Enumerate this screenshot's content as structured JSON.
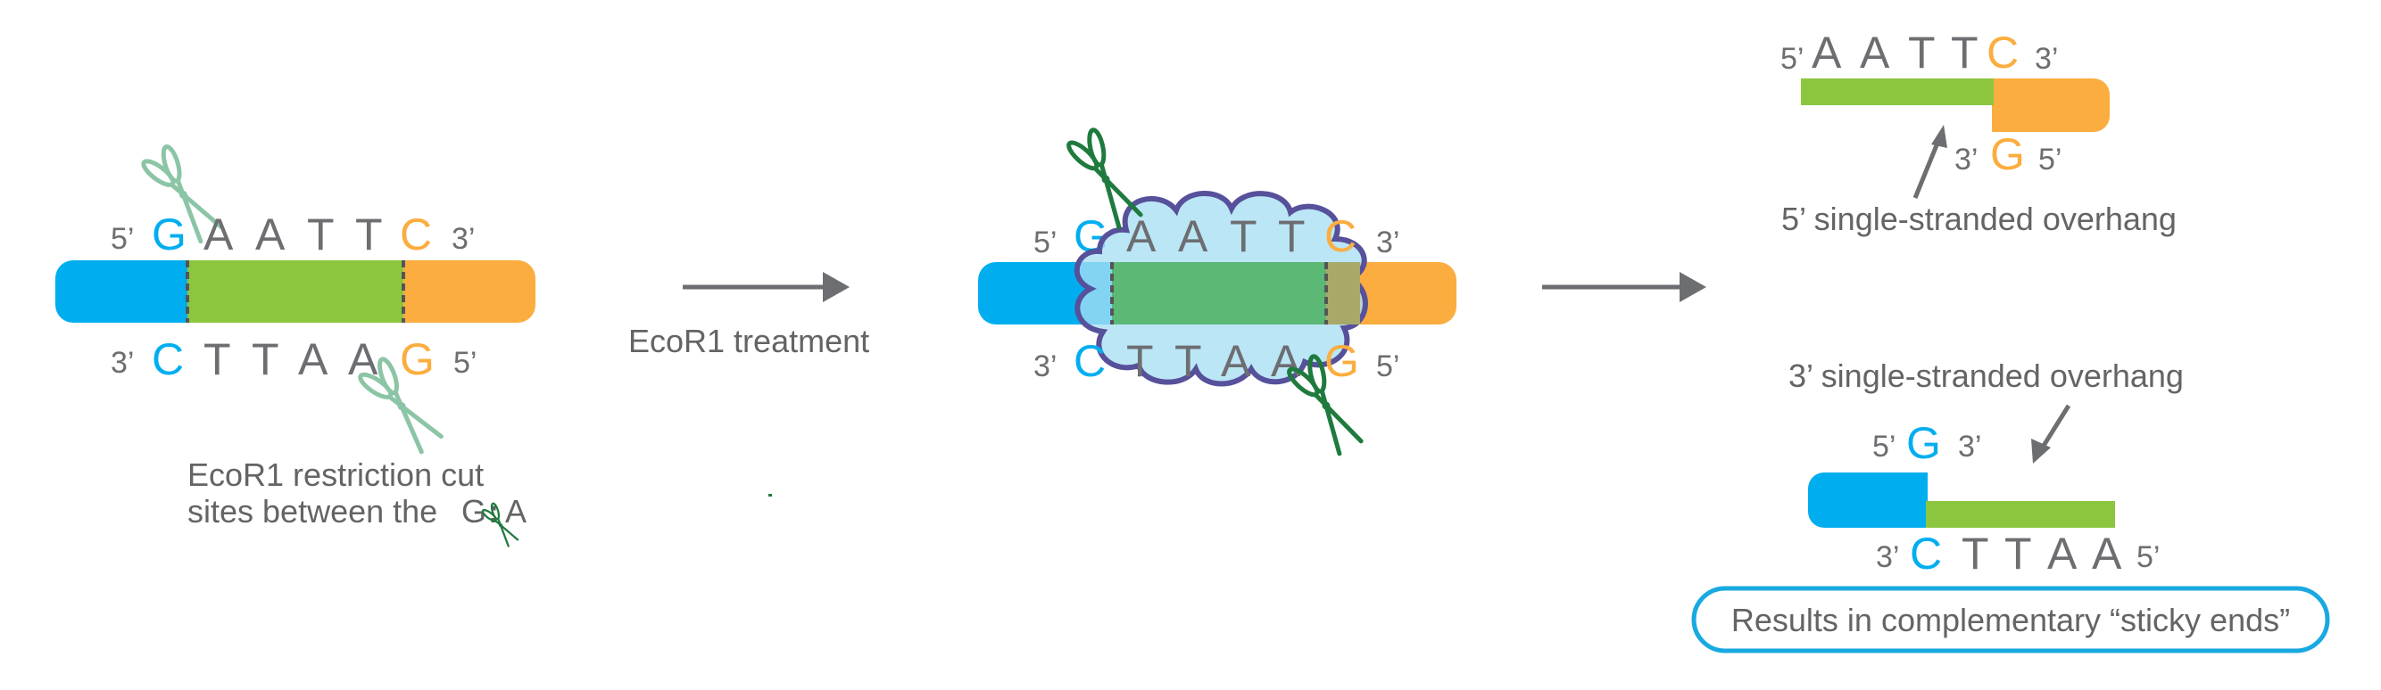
{
  "colors": {
    "blue": "#00aeef",
    "green": "#8cc63f",
    "orange": "#fbad3f",
    "gray_text": "#6d6e71",
    "scissors_light": "#8cc5a6",
    "scissors_dark": "#1f7a3e",
    "enzyme_fill": "#a8dff4",
    "enzyme_outline": "#57509a",
    "result_box": "#19a9e1"
  },
  "icons": [
    "scissors-icon",
    "arrow-right-icon",
    "arrow-up-icon",
    "arrow-down-icon",
    "enzyme-blob-shape"
  ],
  "stage1": {
    "top_prime_left": "5’",
    "top_prime_right": "3’",
    "top_bases": [
      "G",
      "A",
      "A",
      "T",
      "T",
      "C"
    ],
    "bottom_prime_left": "3’",
    "bottom_prime_right": "5’",
    "bottom_bases": [
      "C",
      "T",
      "T",
      "A",
      "A",
      "G"
    ],
    "caption_line1": "EcoR1 restriction cut",
    "caption_line2": "sites between the",
    "caption_g": "G",
    "caption_sep": ":",
    "caption_a": "A"
  },
  "arrow1_label": "EcoR1 treatment",
  "stage2": {
    "top_prime_left": "5’",
    "top_prime_right": "3’",
    "top_bases": [
      "G",
      "A",
      "A",
      "T",
      "T",
      "C"
    ],
    "bottom_prime_left": "3’",
    "bottom_prime_right": "5’",
    "bottom_bases": [
      "C",
      "T",
      "T",
      "A",
      "A",
      "G"
    ]
  },
  "result_top": {
    "prime_left": "5’",
    "bases": [
      "A",
      "A",
      "T",
      "T",
      "C"
    ],
    "prime_right": "3’",
    "under_prime_left": "3’",
    "under_base": "G",
    "under_prime_right": "5’",
    "label": "5’ single-stranded overhang"
  },
  "result_bottom": {
    "label": "3’ single-stranded overhang",
    "prime_left": "5’",
    "base": "G",
    "prime_right": "3’",
    "under_prime_left": "3’",
    "under_bases": [
      "C",
      "T",
      "T",
      "A",
      "A"
    ],
    "under_prime_right": "5’"
  },
  "result_box_label": "Results in complementary “sticky ends”"
}
